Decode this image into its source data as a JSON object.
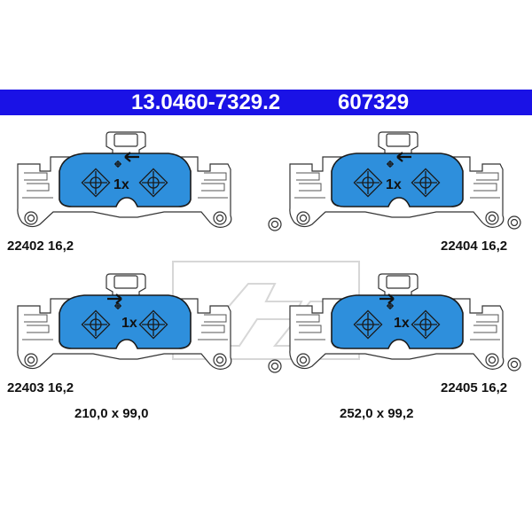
{
  "header": {
    "part_number": "13.0460-7329.2",
    "ref_number": "607329"
  },
  "pads": [
    {
      "code": "22402",
      "thickness": "16,2",
      "marking": "1x"
    },
    {
      "code": "22404",
      "thickness": "16,2",
      "marking": "1x"
    },
    {
      "code": "22403",
      "thickness": "16,2",
      "marking": "1x"
    },
    {
      "code": "22405",
      "thickness": "16,2",
      "marking": "1x"
    }
  ],
  "dimensions": {
    "left": "210,0 x 99,0",
    "right": "252,0 x 99,2"
  },
  "colors": {
    "header_bg": "#1a12e6",
    "pad_fill": "#2e8fdc",
    "outline": "#333333"
  }
}
